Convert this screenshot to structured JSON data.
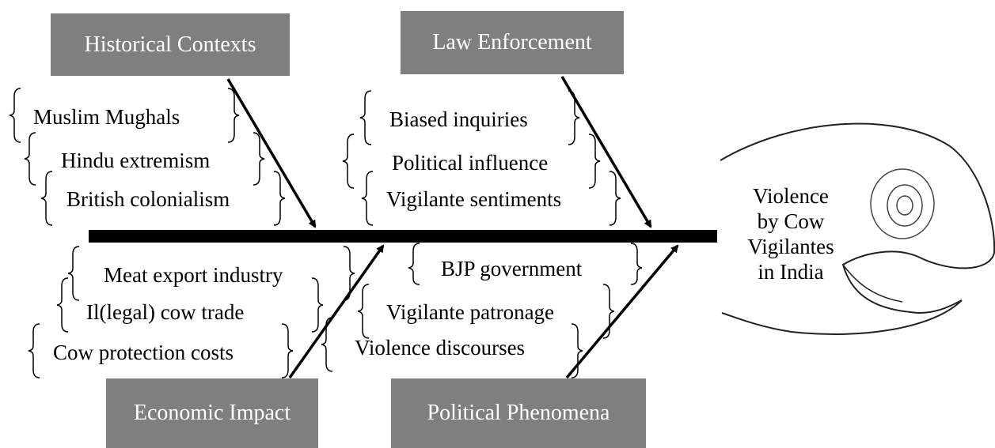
{
  "title": "",
  "categories": {
    "historical": {
      "label": "Historical Contexts",
      "causes": [
        "Muslim Mughals",
        "Hindu extremism",
        "British colonialism"
      ]
    },
    "law": {
      "label": "Law Enforcement",
      "causes": [
        "Biased inquiries",
        "Political influence",
        "Vigilante sentiments"
      ]
    },
    "economic": {
      "label": "Economic Impact",
      "causes": [
        "Meat export industry",
        "Il(legal) cow trade",
        "Cow protection costs"
      ]
    },
    "political": {
      "label": "Political Phenomena",
      "causes": [
        "BJP government",
        "Vigilante patronage",
        "Violence discourses"
      ]
    }
  },
  "effect": {
    "line1": "Violence",
    "line2": "by Cow",
    "line3": "Vigilantes",
    "line4": "in India"
  }
}
